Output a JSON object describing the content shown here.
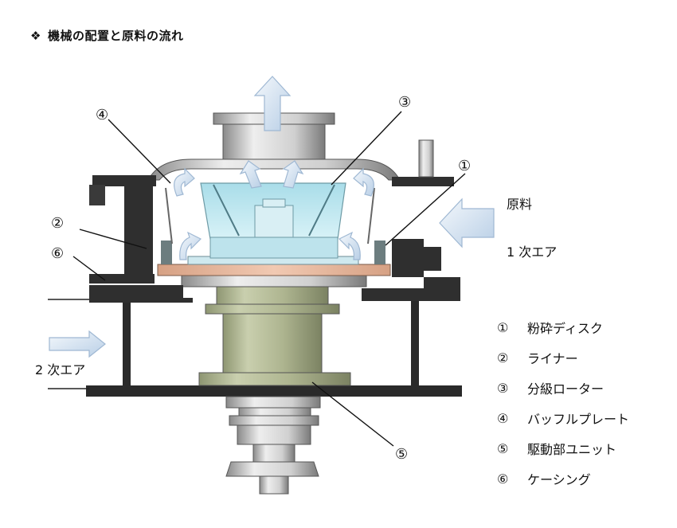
{
  "title": {
    "bullet": "❖",
    "text": "機械の配置と原料の流れ"
  },
  "diagram": {
    "callouts": [
      "④",
      "③",
      "①",
      "②",
      "⑥",
      "⑤"
    ],
    "labels": {
      "raw_material": "原料",
      "primary_air": "1 次エア",
      "secondary_air": "2 次エア"
    }
  },
  "legend": [
    {
      "num": "①",
      "label": "粉砕ディスク"
    },
    {
      "num": "②",
      "label": "ライナー"
    },
    {
      "num": "③",
      "label": "分級ローター"
    },
    {
      "num": "④",
      "label": "バッフルプレート"
    },
    {
      "num": "⑤",
      "label": "駆動部ユニット"
    },
    {
      "num": "⑥",
      "label": "ケーシング"
    }
  ],
  "colors": {
    "arrow_fill": "#dce8f5",
    "arrow_stroke": "#9fb8d3",
    "casing": "#2f2f2f",
    "rotor": "#bfe7f0",
    "drive_unit": "#aeb590",
    "disk_plate": "#e3b59a"
  }
}
